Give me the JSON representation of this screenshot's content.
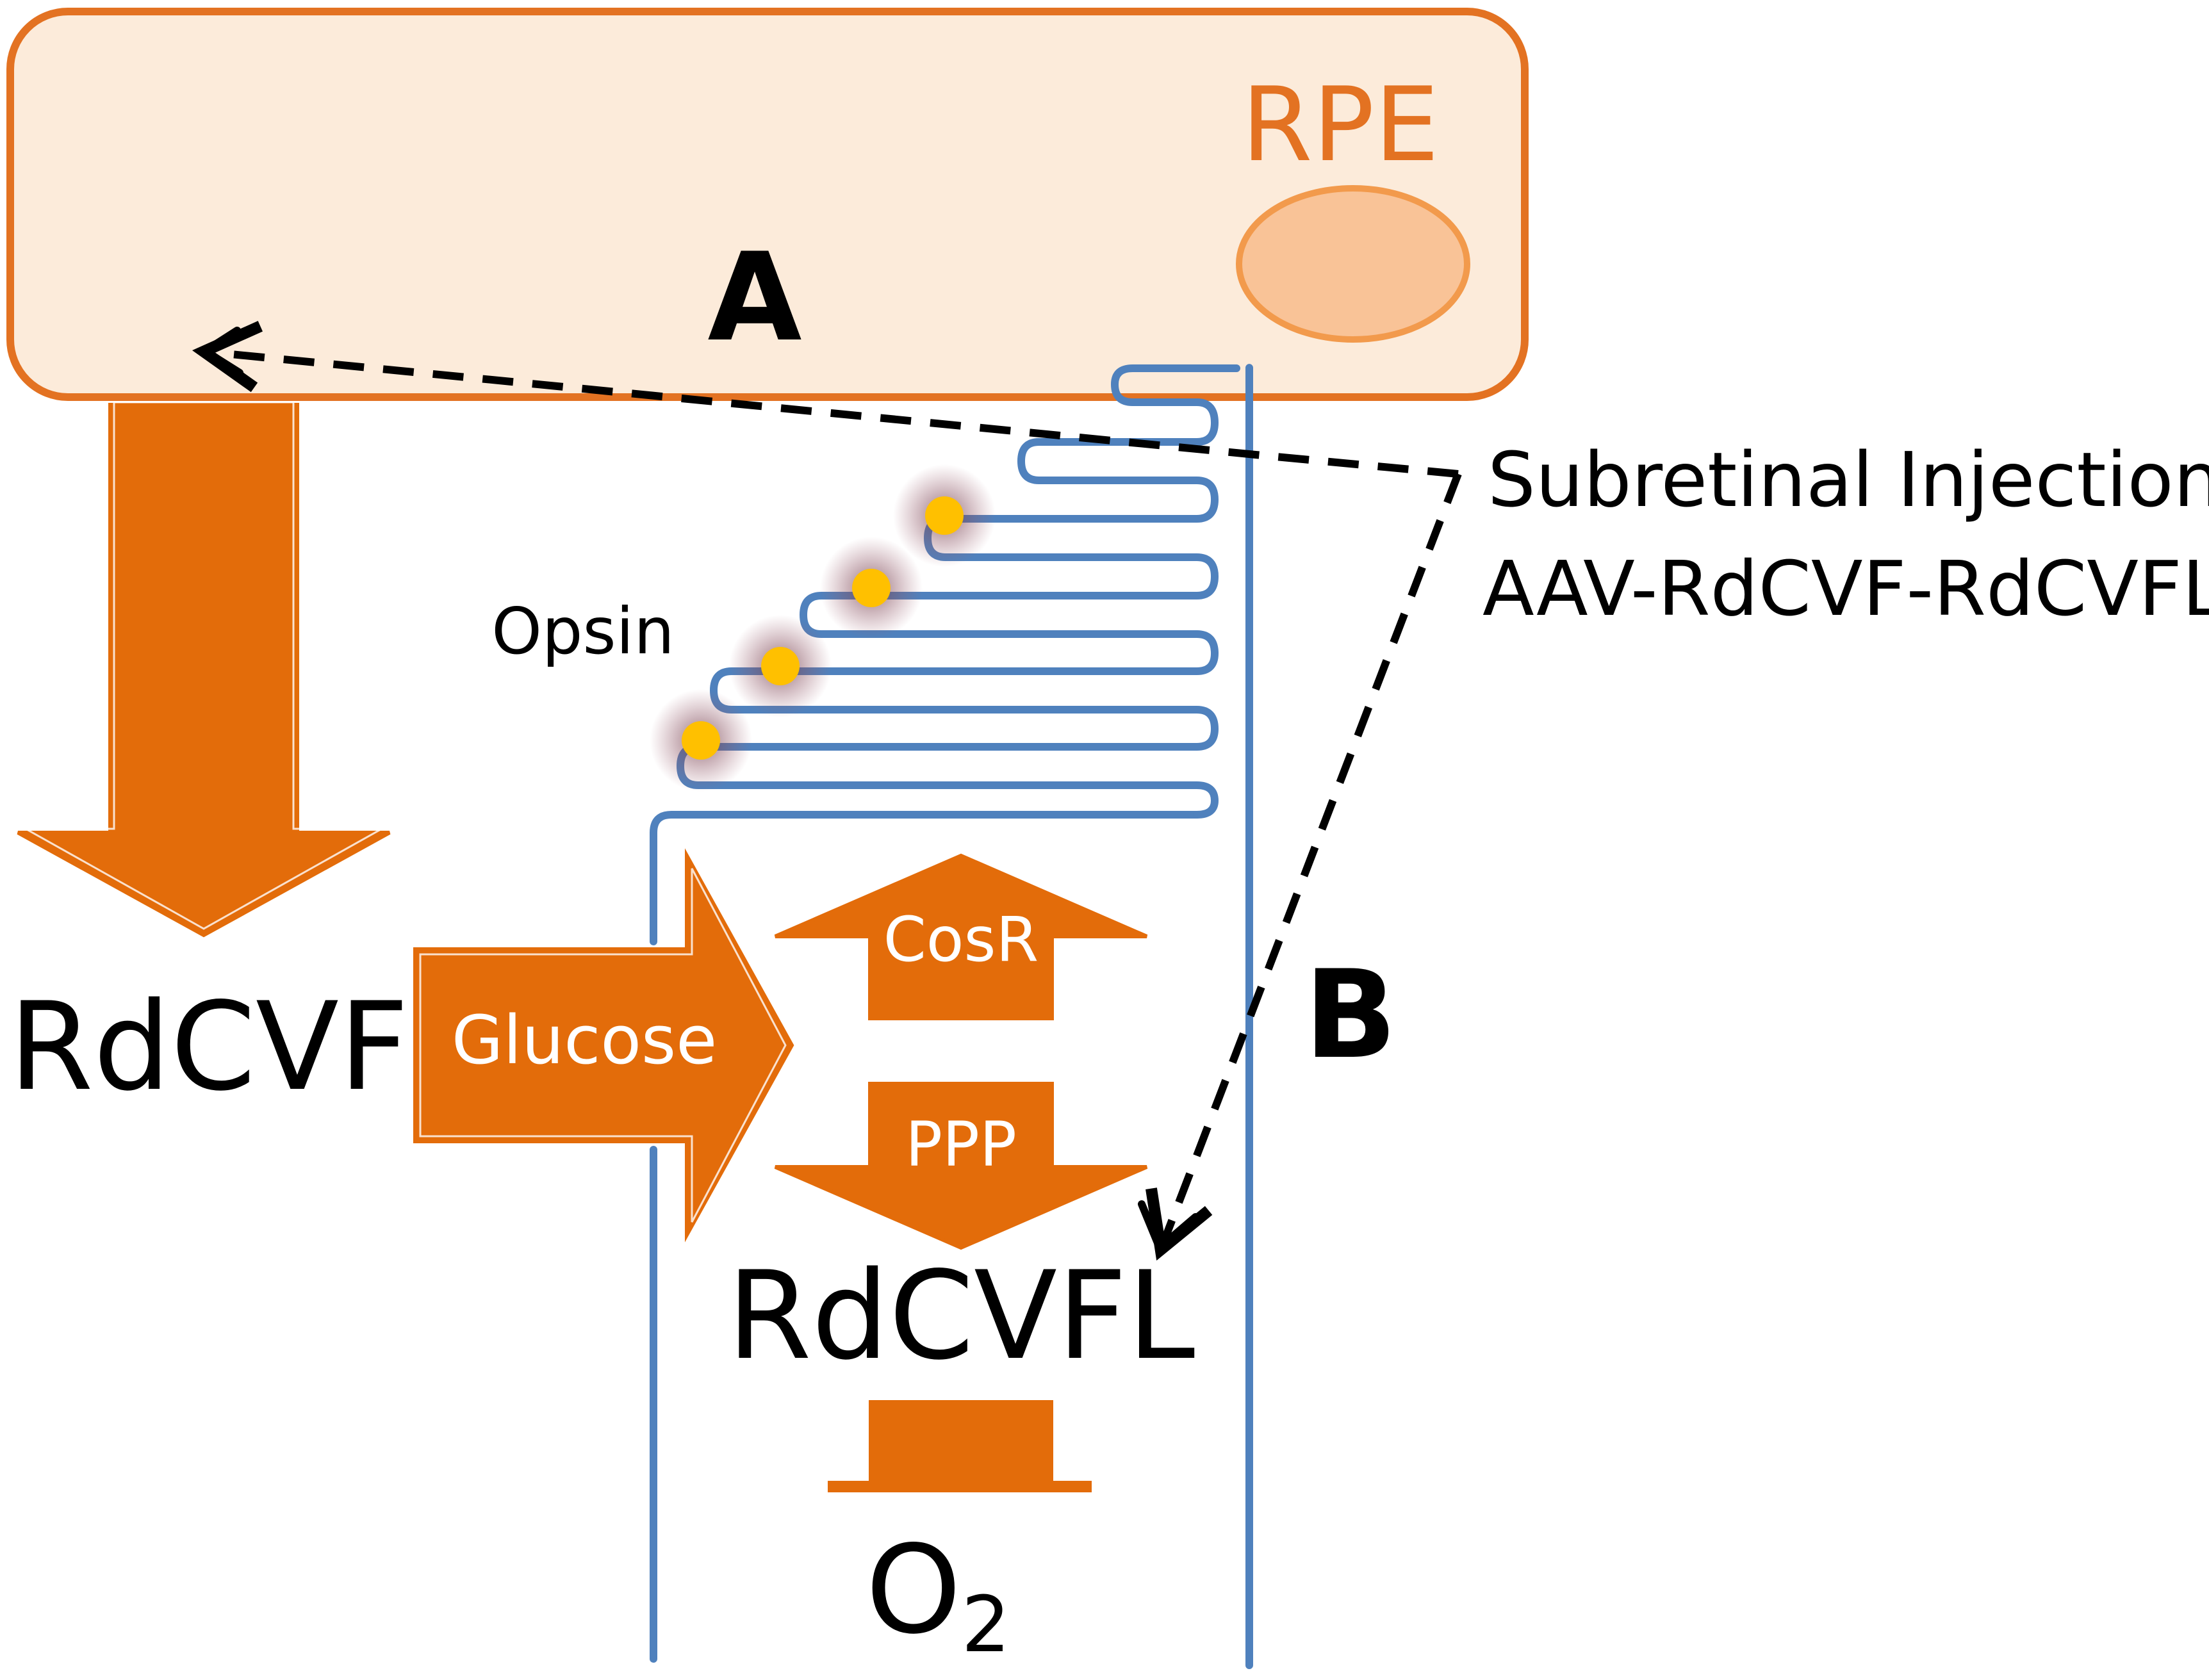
{
  "labels": {
    "rpe": "RPE",
    "panel_a": "A",
    "panel_b": "B",
    "opsin": "Opsin",
    "injection_line1": "Subretinal Injection",
    "injection_line2": "AAV-RdCVF-RdCVFL",
    "rdcvf": "RdCVF",
    "glucose": "Glucose",
    "cosr": "CosR",
    "ppp": "PPP",
    "rdcvfl": "RdCVFL",
    "o2_base": "O",
    "o2_sub": "2"
  },
  "colors": {
    "rpe_fill": "#FCEBDA",
    "rpe_stroke": "#E37222",
    "nucleus_fill": "#F9C397",
    "nucleus_stroke": "#F29A4C",
    "arrow_orange": "#E36C0A",
    "membrane_blue": "#4F81BD",
    "opsin_dot": "#FFC000",
    "opsin_glow": "#7B3F4A",
    "dashed_arrow": "#000000",
    "text_dark": "#000000",
    "text_light": "#FFFFFF"
  },
  "icons": {
    "arrow_down": "arrow-down-icon",
    "arrow_right": "arrow-right-icon",
    "arrow_up": "arrow-up-icon",
    "blocker": "inhibition-bar-icon"
  }
}
